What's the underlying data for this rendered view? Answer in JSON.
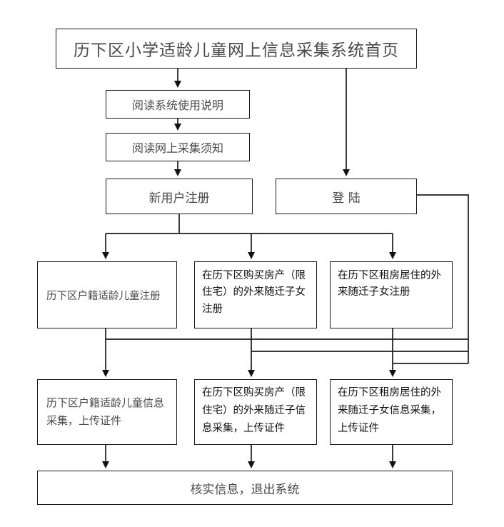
{
  "diagram": {
    "title_node": "历下区小学适龄儿童网上信息采集系统首页",
    "line_color": "#1b1b1b",
    "box_fill": "#ffffff",
    "nodes": {
      "read_manual": "阅读系统使用说明",
      "read_notice": "阅读网上采集须知",
      "register": "新用户注册",
      "login": "登  陆",
      "reg_local": "历下区户籍适龄儿童注册",
      "reg_buy": "在历下区购买房产（限住宅）的外来随迁子女注册",
      "reg_rent": "在历下区租房居住的外来随迁子女注册",
      "col_local": "历下区户籍适龄儿童信息采集，上传证件",
      "col_buy": "在历下区购买房产（限住宅）的外来随迁子信息采集，上传证件",
      "col_rent": "在历下区租房居住的外来随迁子女信息采集，上传证件",
      "finish": "核实信息，退出系统"
    }
  }
}
